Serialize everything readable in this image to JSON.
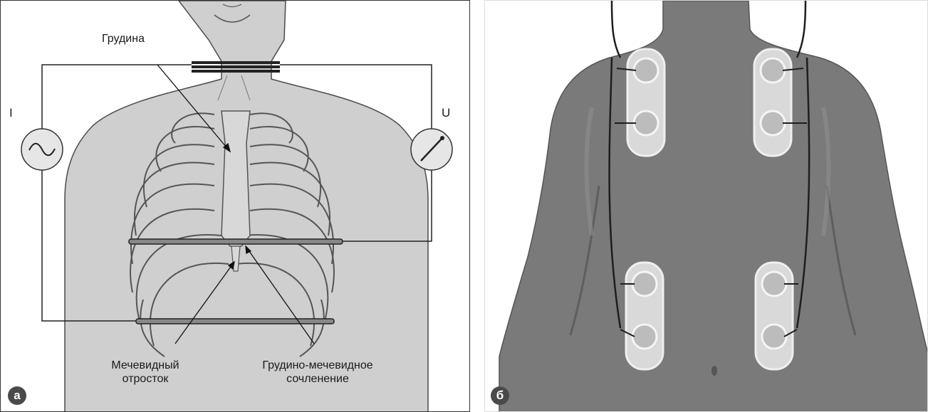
{
  "panel_a": {
    "badge": "а",
    "current_symbol": "I",
    "voltage_symbol": "U",
    "sternum_label": "Грудина",
    "xiphoid_label_line1": "Мечевидный",
    "xiphoid_label_line2": "отросток",
    "joint_label_line1": "Грудино-мечевидное",
    "joint_label_line2": "сочленение"
  },
  "panel_b": {
    "badge": "б"
  },
  "colors": {
    "body_fill": "#cfcfcf",
    "outline": "#333333",
    "torso_photo": "#7a7a7a",
    "badge_bg": "#4a4a4a"
  }
}
